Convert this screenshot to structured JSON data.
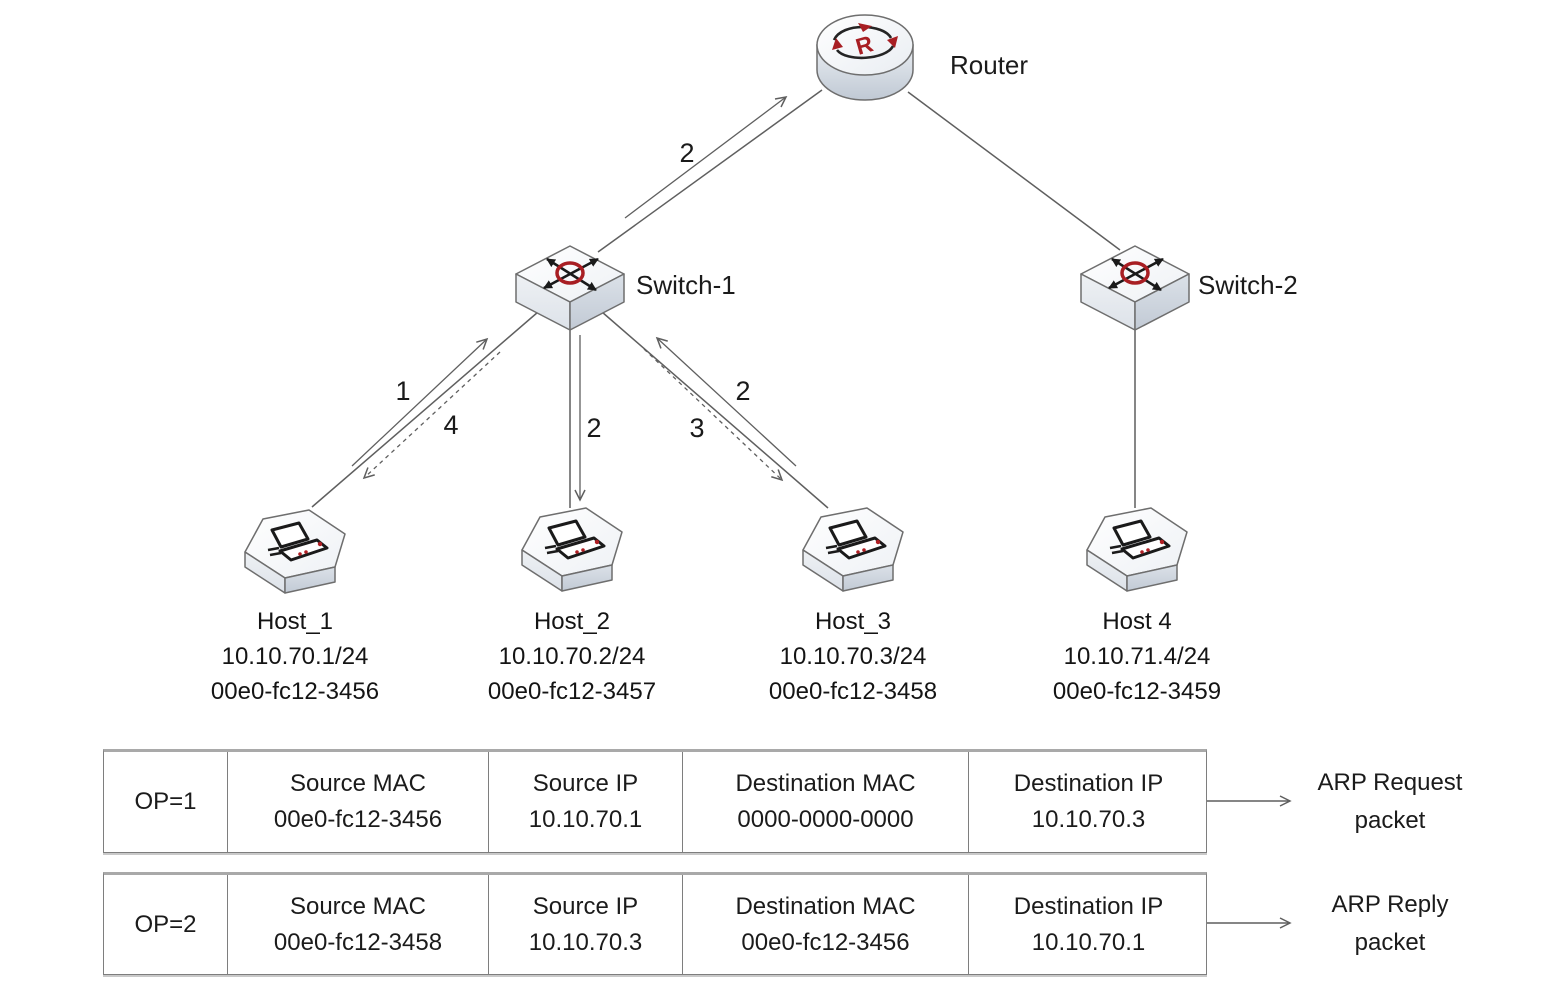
{
  "colors": {
    "accent_red": "#a81e23",
    "line_gray": "#5f5f5f",
    "text": "#1b1b1b",
    "node_stroke": "#6e6e6e"
  },
  "diagram": {
    "router": {
      "label": "Router",
      "glyph": "R"
    },
    "switch1": {
      "label": "Switch-1"
    },
    "switch2": {
      "label": "Switch-2"
    },
    "hosts": [
      {
        "name": "Host_1",
        "ip": "10.10.70.1/24",
        "mac": "00e0-fc12-3456"
      },
      {
        "name": "Host_2",
        "ip": "10.10.70.2/24",
        "mac": "00e0-fc12-3457"
      },
      {
        "name": "Host_3",
        "ip": "10.10.70.3/24",
        "mac": "00e0-fc12-3458"
      },
      {
        "name": "Host 4",
        "ip": "10.10.71.4/24",
        "mac": "00e0-fc12-3459"
      }
    ],
    "steps": {
      "host1_to_switch": "1",
      "switch_to_host2": "2",
      "switch_to_router": "2",
      "switch_to_host3": "2",
      "host3_to_switch": "3",
      "switch_to_host1": "4"
    }
  },
  "packets": [
    {
      "op": "OP=1",
      "cells": [
        {
          "header": "Source MAC",
          "value": "00e0-fc12-3456"
        },
        {
          "header": "Source IP",
          "value": "10.10.70.1"
        },
        {
          "header": "Destination MAC",
          "value": "0000-0000-0000"
        },
        {
          "header": "Destination IP",
          "value": "10.10.70.3"
        }
      ],
      "label_lines": [
        "ARP Request",
        "packet"
      ]
    },
    {
      "op": "OP=2",
      "cells": [
        {
          "header": "Source MAC",
          "value": "00e0-fc12-3458"
        },
        {
          "header": "Source IP",
          "value": "10.10.70.3"
        },
        {
          "header": "Destination MAC",
          "value": "00e0-fc12-3456"
        },
        {
          "header": "Destination IP",
          "value": "10.10.70.1"
        }
      ],
      "label_lines": [
        "ARP Reply",
        "packet"
      ]
    }
  ]
}
